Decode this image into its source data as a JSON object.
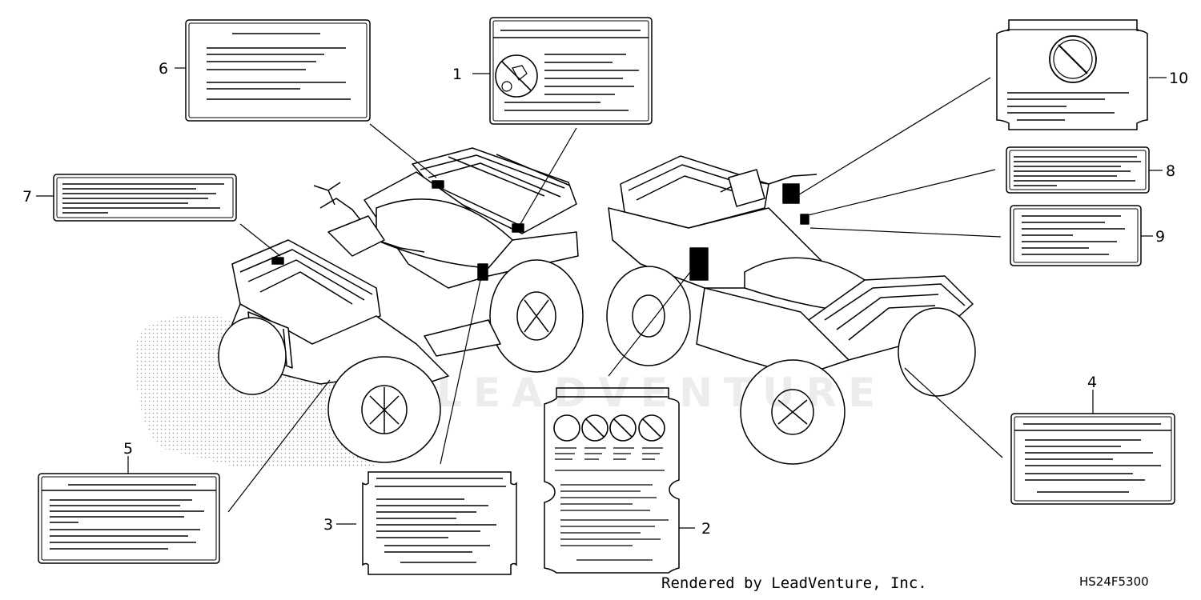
{
  "diagram": {
    "callouts": [
      {
        "id": "1",
        "label": "1"
      },
      {
        "id": "2",
        "label": "2"
      },
      {
        "id": "3",
        "label": "3"
      },
      {
        "id": "4",
        "label": "4"
      },
      {
        "id": "5",
        "label": "5"
      },
      {
        "id": "6",
        "label": "6"
      },
      {
        "id": "7",
        "label": "7"
      },
      {
        "id": "8",
        "label": "8"
      },
      {
        "id": "9",
        "label": "9"
      },
      {
        "id": "10",
        "label": "10"
      }
    ],
    "watermark": "LEADVENTURE",
    "credit": "Rendered by LeadVenture, Inc.",
    "drawing_code": "HS24F5300"
  }
}
